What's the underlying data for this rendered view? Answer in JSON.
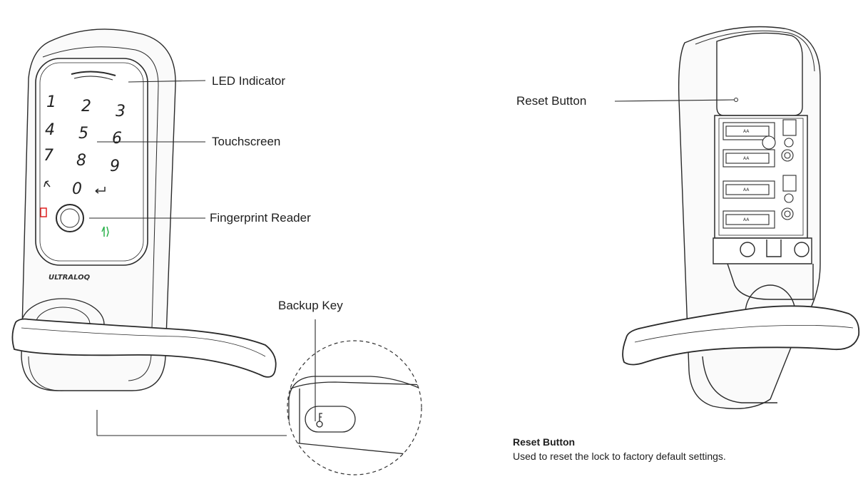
{
  "callouts": {
    "led": "LED Indicator",
    "touchscreen": "Touchscreen",
    "fingerprint": "Fingerprint Reader",
    "backup_key": "Backup Key",
    "reset": "Reset Button"
  },
  "keypad": {
    "keys": [
      "1",
      "2",
      "3",
      "4",
      "5",
      "6",
      "7",
      "8",
      "9",
      "0"
    ]
  },
  "brand": "ULTRALOQ",
  "battery_label": "AA",
  "note": {
    "title": "Reset Button",
    "body": "Used to reset the lock to factory default settings."
  },
  "colors": {
    "line": "#2a2a2a",
    "red_icon": "#e02020",
    "green_icon": "#2bb24c"
  }
}
